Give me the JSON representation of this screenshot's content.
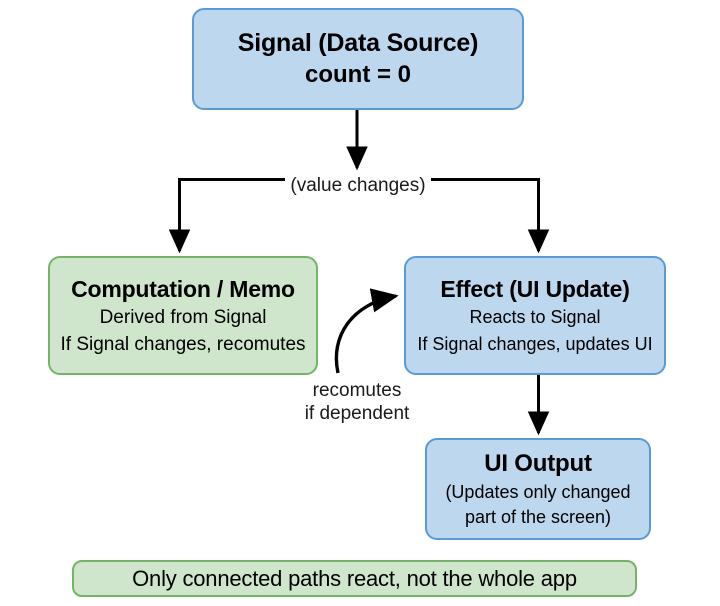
{
  "diagram": {
    "colors": {
      "blue_fill": "#bdd7ee",
      "blue_border": "#5b9bd5",
      "green_fill": "#cfe5cc",
      "green_border": "#76b36a",
      "arrow": "#000000",
      "background": "#ffffff"
    },
    "nodes": {
      "signal": {
        "title": "Signal (Data Source)",
        "sub1": "count = 0"
      },
      "computation": {
        "title": "Computation / Memo",
        "sub1": "Derived from Signal",
        "sub2": "If Signal changes, recomutes"
      },
      "effect": {
        "title": "Effect (UI Update)",
        "sub1": "Reacts to Signal",
        "sub2": "If Signal changes, updates UI"
      },
      "output": {
        "title": "UI Output",
        "sub1": "(Updates only changed",
        "sub2": "part of the screen)"
      },
      "banner": {
        "title": "Only connected paths react, not the whole app"
      }
    },
    "edge_labels": {
      "value_changes": "(value changes)",
      "recomutes_line1": "recomutes",
      "recomutes_line2": "if dependent"
    }
  }
}
